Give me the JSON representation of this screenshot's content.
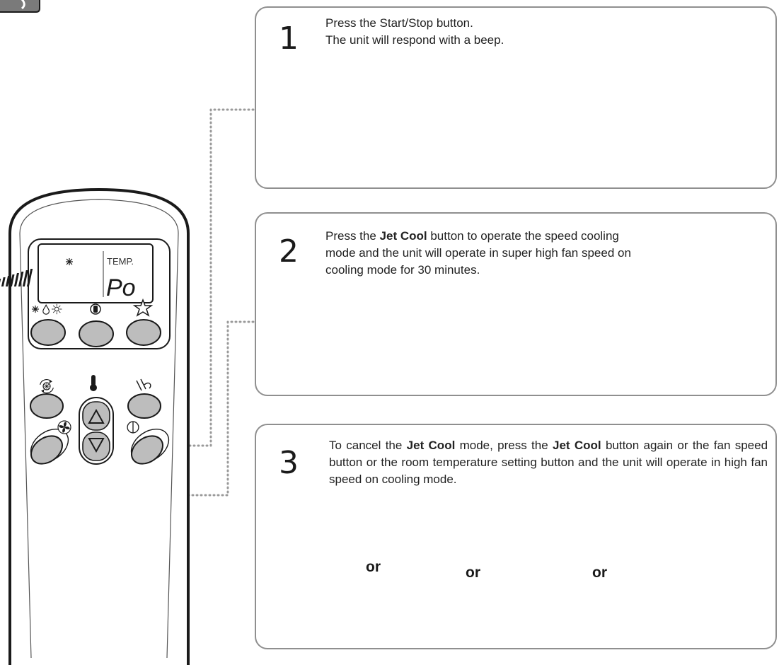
{
  "steps": [
    {
      "number": "1",
      "line1": "Press the Start/Stop button.",
      "line2": "The unit will respond with a beep."
    },
    {
      "number": "2",
      "pre": "Press the ",
      "bold": "Jet Cool",
      "post": " button to operate the speed cooling mode and the unit will operate in super high fan speed on cooling mode for 30 minutes."
    },
    {
      "number": "3",
      "pre": "To cancel the ",
      "bold1": "Jet Cool",
      "mid": " mode, press the ",
      "bold2": "Jet Cool",
      "post": " button again or the fan speed button or the room temperature setting button and the unit will operate in high fan speed on cooling mode."
    }
  ],
  "or_word": "or",
  "remote": {
    "lcd_label": "TEMP.",
    "lcd_reading": "Po"
  },
  "icons": {
    "start_stop": "power-icon",
    "jet_cool": "jet-cool-icon",
    "fan_speed": "fan-icon",
    "mode": "mode-icons",
    "temperature": "thermometer-icon",
    "swing": "swing-icon",
    "favorite": "star-icon",
    "pointing_hand": "hand-icon"
  },
  "colors": {
    "panel_border": "#8f8f8f",
    "button_fill": "#bdbdbd",
    "outline": "#1a1a1a",
    "dotted_line": "#9a9a9a"
  }
}
